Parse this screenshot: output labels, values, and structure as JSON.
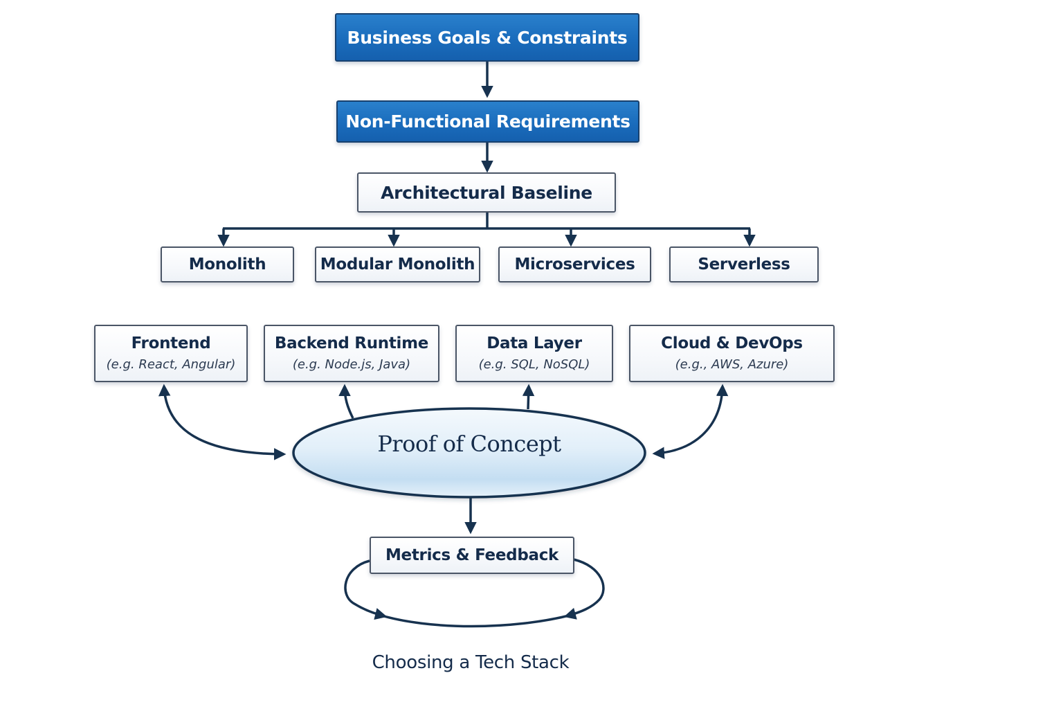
{
  "diagram": {
    "caption": "Choosing a Tech Stack",
    "colors": {
      "primary_blue": "#1a6cbc",
      "navy_line": "#17324f",
      "text_navy": "#142b4a",
      "ellipse_fill": "#d6e8f6"
    },
    "top_nodes": [
      {
        "id": "business-goals",
        "label": "Business Goals & Constraints"
      },
      {
        "id": "nfr",
        "label": "Non-Functional Requirements"
      }
    ],
    "baseline": {
      "label": "Architectural Baseline"
    },
    "architectures": [
      {
        "label": "Monolith"
      },
      {
        "label": "Modular Monolith"
      },
      {
        "label": "Microservices"
      },
      {
        "label": "Serverless"
      }
    ],
    "stack_layers": [
      {
        "title": "Frontend",
        "examples": "(e.g. React, Angular)"
      },
      {
        "title": "Backend Runtime",
        "examples": "(e.g. Node.js, Java)"
      },
      {
        "title": "Data Layer",
        "examples": "(e.g. SQL, NoSQL)"
      },
      {
        "title": "Cloud & DevOps",
        "examples": "(e.g., AWS, Azure)"
      }
    ],
    "poc": {
      "label": "Proof of Concept"
    },
    "metrics": {
      "label": "Metrics & Feedback"
    }
  }
}
